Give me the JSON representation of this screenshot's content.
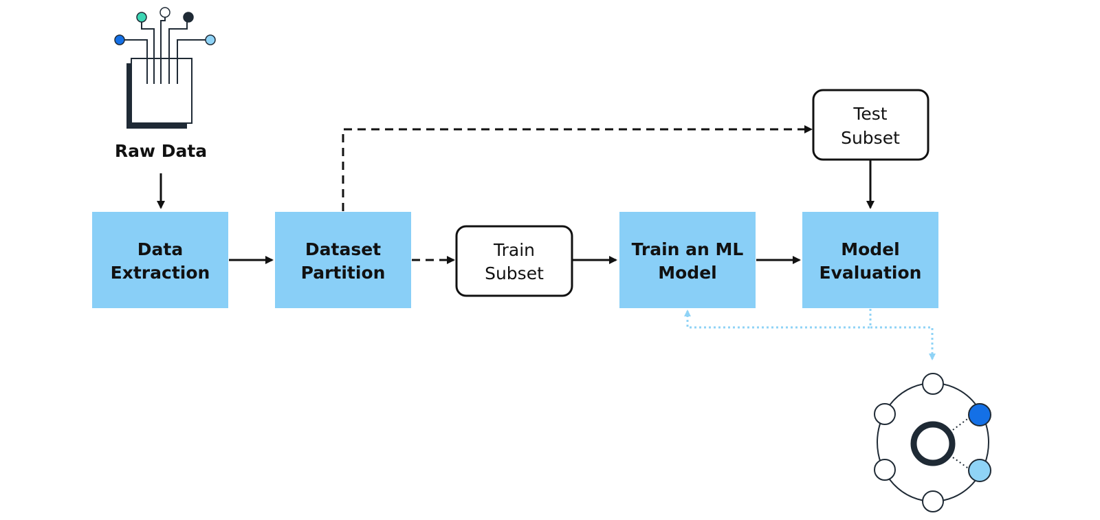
{
  "raw_data": {
    "label": "Raw Data"
  },
  "nodes": {
    "data_extraction": {
      "line1": "Data",
      "line2": "Extraction"
    },
    "dataset_partition": {
      "line1": "Dataset",
      "line2": "Partition"
    },
    "train_subset": {
      "line1": "Train",
      "line2": "Subset"
    },
    "train_model": {
      "line1": "Train an ML",
      "line2": "Model"
    },
    "model_evaluation": {
      "line1": "Model",
      "line2": "Evaluation"
    },
    "test_subset": {
      "line1": "Test",
      "line2": "Subset"
    }
  },
  "colors": {
    "process_fill": "#89CFF7",
    "stroke_dark": "#1F2A35",
    "accent_teal": "#3CD6B4",
    "accent_blue": "#1470E6",
    "accent_light_blue": "#8FD3F6",
    "feedback_dotted": "#8FD3F6"
  },
  "icons": {
    "raw_data": "data-circuit-icon",
    "deployment": "model-network-icon"
  }
}
